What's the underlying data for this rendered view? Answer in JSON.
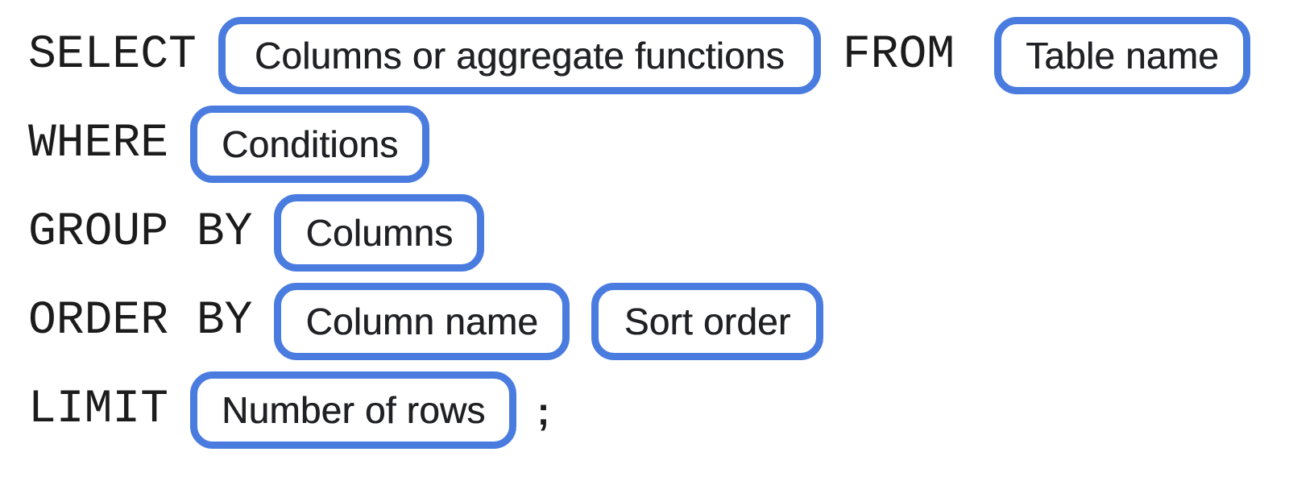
{
  "diagram": {
    "description": "SQL query clause structure diagram",
    "accent_color": "#4a7ce0",
    "text_color": "#1c1c1c",
    "label_color": "#202124",
    "rows": {
      "select": {
        "keyword": "SELECT",
        "pill1": "Columns or aggregate functions",
        "keyword2": "FROM",
        "pill2": "Table name"
      },
      "where": {
        "keyword": "WHERE",
        "pill1": "Conditions"
      },
      "group_by": {
        "keyword": "GROUP BY",
        "pill1": "Columns"
      },
      "order_by": {
        "keyword": "ORDER BY",
        "pill1": "Column name",
        "pill2": "Sort order"
      },
      "limit": {
        "keyword": "LIMIT",
        "pill1": "Number of rows",
        "terminator": ";"
      }
    }
  }
}
